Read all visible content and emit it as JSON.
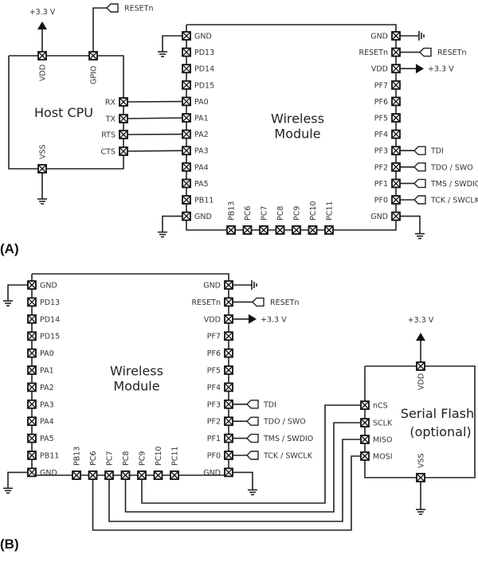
{
  "panels": {
    "a": {
      "label": "(A)",
      "host_cpu": {
        "title": "Host CPU",
        "top_pins": [
          "VDD",
          "GPIO"
        ],
        "right_pins": [
          "RX",
          "TX",
          "RTS",
          "CTS"
        ],
        "bottom_pins": [
          "VSS"
        ],
        "vdd_rail": "+3.3 V",
        "gpio_net": "RESETn"
      },
      "module": {
        "title_line1": "Wireless",
        "title_line2": "Module",
        "left_pins": [
          "GND",
          "PD13",
          "PD14",
          "PD15",
          "PA0",
          "PA1",
          "PA2",
          "PA3",
          "PA4",
          "PA5",
          "PB11",
          "GND"
        ],
        "right_pins": [
          "GND",
          "RESETn",
          "VDD",
          "PF7",
          "PF6",
          "PF5",
          "PF4",
          "PF3",
          "PF2",
          "PF1",
          "PF0",
          "GND"
        ],
        "bottom_pins": [
          "PB13",
          "PC6",
          "PC7",
          "PC8",
          "PC9",
          "PC10",
          "PC11"
        ],
        "right_nets": {
          "RESETn": "RESETn",
          "VDD": "+3.3 V",
          "PF3": "TDI",
          "PF2": "TDO / SWO",
          "PF1": "TMS / SWDIO",
          "PF0": "TCK / SWCLK"
        }
      },
      "connections": [
        {
          "from": "RX",
          "to": "PA0"
        },
        {
          "from": "TX",
          "to": "PA1"
        },
        {
          "from": "RTS",
          "to": "PA2"
        },
        {
          "from": "CTS",
          "to": "PA3"
        }
      ]
    },
    "b": {
      "label": "(B)",
      "module": {
        "title_line1": "Wireless",
        "title_line2": "Module",
        "left_pins": [
          "GND",
          "PD13",
          "PD14",
          "PD15",
          "PA0",
          "PA1",
          "PA2",
          "PA3",
          "PA4",
          "PA5",
          "PB11",
          "GND"
        ],
        "right_pins": [
          "GND",
          "RESETn",
          "VDD",
          "PF7",
          "PF6",
          "PF5",
          "PF4",
          "PF3",
          "PF2",
          "PF1",
          "PF0",
          "GND"
        ],
        "bottom_pins": [
          "PB13",
          "PC6",
          "PC7",
          "PC8",
          "PC9",
          "PC10",
          "PC11"
        ],
        "right_nets": {
          "RESETn": "RESETn",
          "VDD": "+3.3 V",
          "PF3": "TDI",
          "PF2": "TDO / SWO",
          "PF1": "TMS / SWDIO",
          "PF0": "TCK / SWCLK"
        }
      },
      "flash": {
        "title_line1": "Serial Flash",
        "title_line2": "(optional)",
        "left_pins": [
          "nCS",
          "SCLK",
          "MISO",
          "MOSI"
        ],
        "top_pins": [
          "VDD"
        ],
        "bottom_pins": [
          "VSS"
        ],
        "vdd_rail": "+3.3 V"
      },
      "connections": [
        {
          "from": "PC9",
          "to": "nCS"
        },
        {
          "from": "PC8",
          "to": "SCLK"
        },
        {
          "from": "PC7",
          "to": "MISO"
        },
        {
          "from": "PC6",
          "to": "MOSI"
        }
      ]
    }
  }
}
